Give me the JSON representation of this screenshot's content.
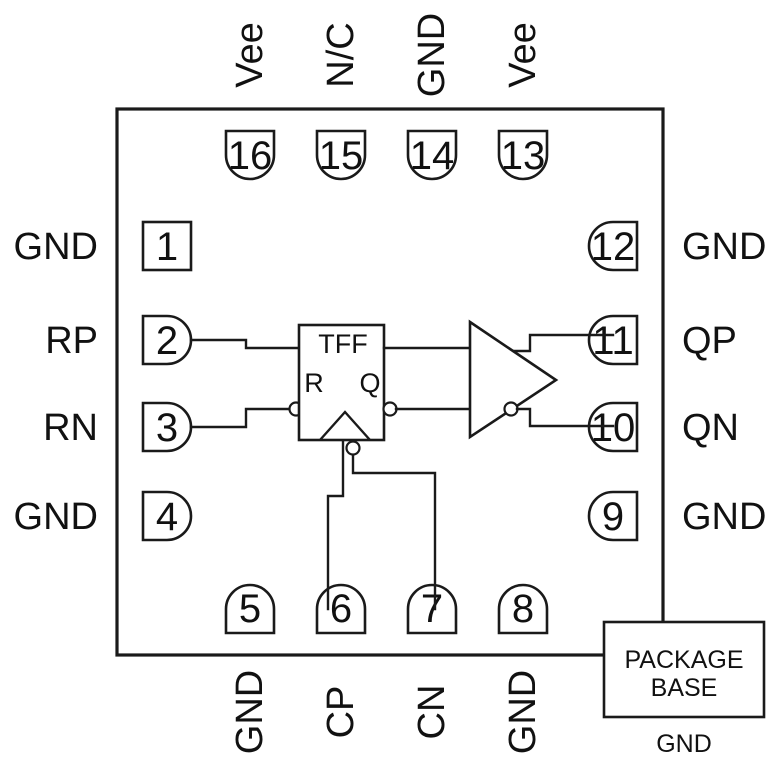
{
  "diagram": {
    "kind": "ic-pin-configuration",
    "package_base": {
      "line1": "PACKAGE",
      "line2": "BASE",
      "ground_label": "GND"
    },
    "blocks": {
      "flipflop": {
        "title": "TFF",
        "reset_label": "R",
        "output_label": "Q"
      }
    },
    "pins": {
      "top": [
        {
          "number": "16",
          "signal": "Vee"
        },
        {
          "number": "15",
          "signal": "N/C"
        },
        {
          "number": "14",
          "signal": "GND"
        },
        {
          "number": "13",
          "signal": "Vee"
        }
      ],
      "left": [
        {
          "number": "1",
          "signal": "GND"
        },
        {
          "number": "2",
          "signal": "RP"
        },
        {
          "number": "3",
          "signal": "RN"
        },
        {
          "number": "4",
          "signal": "GND"
        }
      ],
      "right": [
        {
          "number": "12",
          "signal": "GND"
        },
        {
          "number": "11",
          "signal": "QP"
        },
        {
          "number": "10",
          "signal": "QN"
        },
        {
          "number": "9",
          "signal": "GND"
        }
      ],
      "bottom": [
        {
          "number": "5",
          "signal": "GND"
        },
        {
          "number": "6",
          "signal": "CP"
        },
        {
          "number": "7",
          "signal": "CN"
        },
        {
          "number": "8",
          "signal": "GND"
        }
      ]
    },
    "colors": {
      "stroke": "#1a1a1a",
      "text": "#111111",
      "background": "#ffffff"
    }
  }
}
